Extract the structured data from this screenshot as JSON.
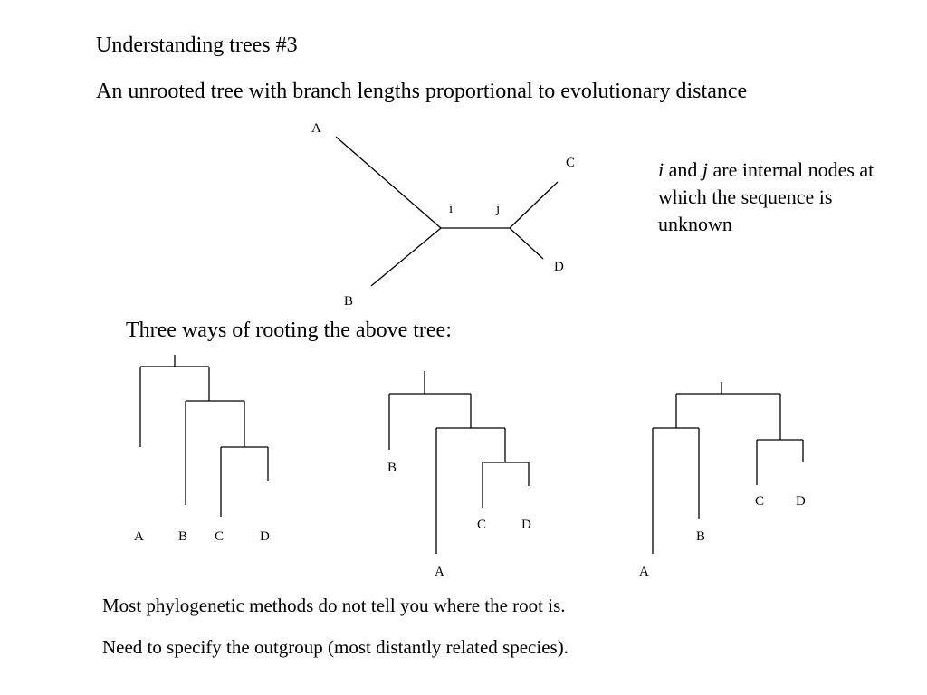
{
  "slide": {
    "title": "Understanding trees #3",
    "subtitle": "An unrooted tree with branch lengths proportional to evolutionary distance",
    "note": {
      "i": "i",
      "and": " and ",
      "j": "j",
      "rest": " are internal nodes at which the sequence is unknown"
    },
    "rooting_heading": "Three ways of rooting the above tree:",
    "footer_line1": "Most phylogenetic methods do not tell you where the root is.",
    "footer_line2": "Need to specify the outgroup (most distantly related species)."
  },
  "unrooted_tree": {
    "labels": {
      "a": "A",
      "b": "B",
      "c": "C",
      "d": "D",
      "i": "i",
      "j": "j"
    }
  },
  "rooted_trees": [
    {
      "labels": {
        "a": "A",
        "b": "B",
        "c": "C",
        "d": "D"
      }
    },
    {
      "labels": {
        "a": "A",
        "b": "B",
        "c": "C",
        "d": "D"
      }
    },
    {
      "labels": {
        "a": "A",
        "b": "B",
        "c": "C",
        "d": "D"
      }
    }
  ]
}
